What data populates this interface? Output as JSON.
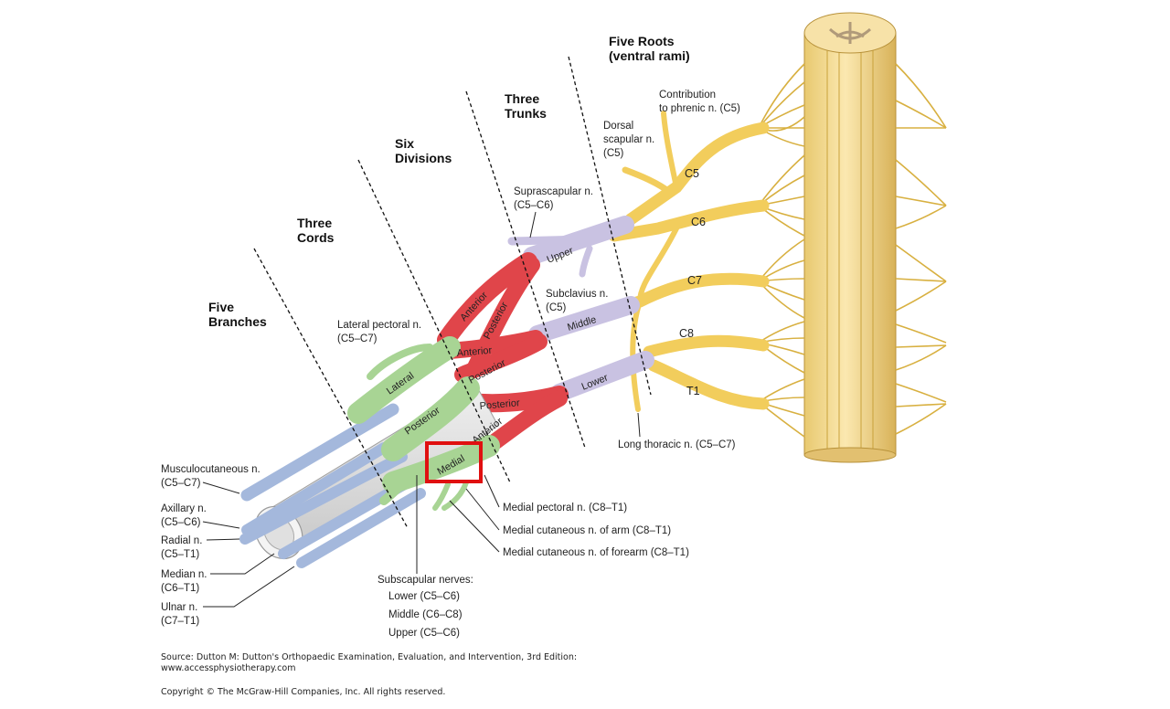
{
  "sections": {
    "five_roots": [
      "Five Roots",
      "(ventral rami)"
    ],
    "three_trunks": [
      "Three",
      "Trunks"
    ],
    "six_divisions": [
      "Six",
      "Divisions"
    ],
    "three_cords": [
      "Three",
      "Cords"
    ],
    "five_branches": [
      "Five",
      "Branches"
    ]
  },
  "roots": [
    "C5",
    "C6",
    "C7",
    "C8",
    "T1"
  ],
  "trunks": [
    "Upper",
    "Middle",
    "Lower"
  ],
  "divisions": [
    "Anterior",
    "Posterior",
    "Anterior",
    "Posterior",
    "Posterior",
    "Anterior"
  ],
  "cords": [
    "Lateral",
    "Posterior",
    "Medial"
  ],
  "nerves": {
    "phrenic": [
      "Contribution",
      "to phrenic n. (C5)"
    ],
    "dorsal_scapular": [
      "Dorsal",
      "scapular n.",
      "(C5)"
    ],
    "suprascapular": [
      "Suprascapular n.",
      "(C5–C6)"
    ],
    "subclavius": [
      "Subclavius n.",
      "(C5)"
    ],
    "lateral_pectoral": [
      "Lateral pectoral n.",
      "(C5–C7)"
    ],
    "long_thoracic": "Long thoracic n. (C5–C7)",
    "medial_pectoral": "Medial pectoral n. (C8–T1)",
    "medial_cutaneous_arm": "Medial cutaneous n. of arm (C8–T1)",
    "medial_cutaneous_forearm": "Medial cutaneous n. of forearm (C8–T1)"
  },
  "branches": {
    "musculocutaneous": [
      "Musculocutaneous n.",
      "(C5–C7)"
    ],
    "axillary": [
      "Axillary n.",
      "(C5–C6)"
    ],
    "radial": [
      "Radial n.",
      "(C5–T1)"
    ],
    "median": [
      "Median n.",
      "(C6–T1)"
    ],
    "ulnar": [
      "Ulnar n.",
      "(C7–T1)"
    ]
  },
  "subscapular": {
    "title": "Subscapular nerves:",
    "lower": "Lower (C5–C6)",
    "middle": "Middle (C6–C8)",
    "upper": "Upper (C5–C6)"
  },
  "source": {
    "line1": "Source: Dutton M: Dutton's Orthopaedic Examination, Evaluation, and Intervention, 3rd Edition:",
    "line2": "www.accessphysiotherapy.com",
    "copyright": "Copyright © The McGraw-Hill Companies, Inc. All rights reserved."
  },
  "colors": {
    "roots": "#f2cd5c",
    "roots_dark": "#c9a23a",
    "trunks": "#c9c2e2",
    "divisions": "#e0454a",
    "cords": "#a8d494",
    "branches": "#a4b8dc",
    "highlight": "#e01010"
  }
}
